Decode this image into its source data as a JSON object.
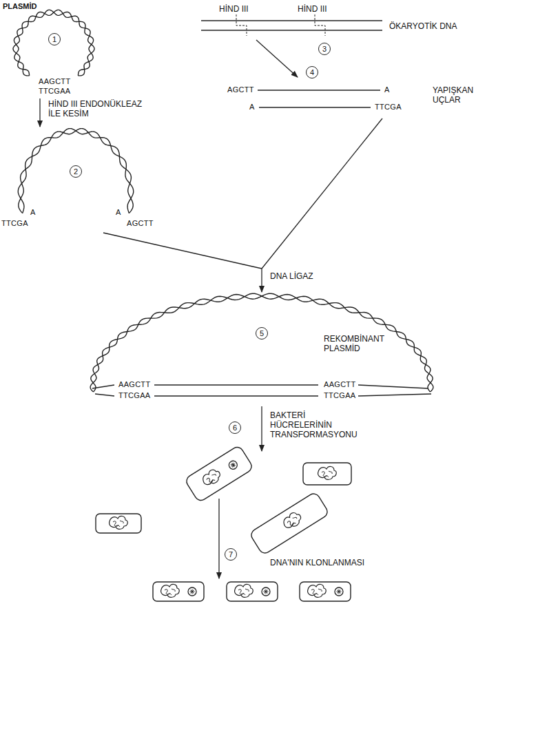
{
  "diagram": {
    "labels": [
      "PLASMİD",
      "HİND III",
      "HİND III",
      "ÖKARYOTİK DNA",
      "1",
      "AAGCTT",
      "TTCGAA",
      "3",
      "HİND III ENDONÜKLEAZ İLE KESİM",
      "4",
      "AGCTT",
      "A",
      "YAPIŞKAN UÇLAR",
      "A",
      "TTCGA",
      "2",
      "A",
      "A",
      "TTCGA",
      "AGCTT",
      "DNA LİGAZ",
      "5",
      "REKOMBİNANT PLASMİD",
      "AAGCTT",
      "AAGCTT",
      "TTCGAA",
      "TTCGAA",
      "BAKTERİ HÜCRELERİNİN TRANSFORMASYONU",
      "6",
      "7",
      "DNA'NIN KLONLANMASI"
    ]
  }
}
